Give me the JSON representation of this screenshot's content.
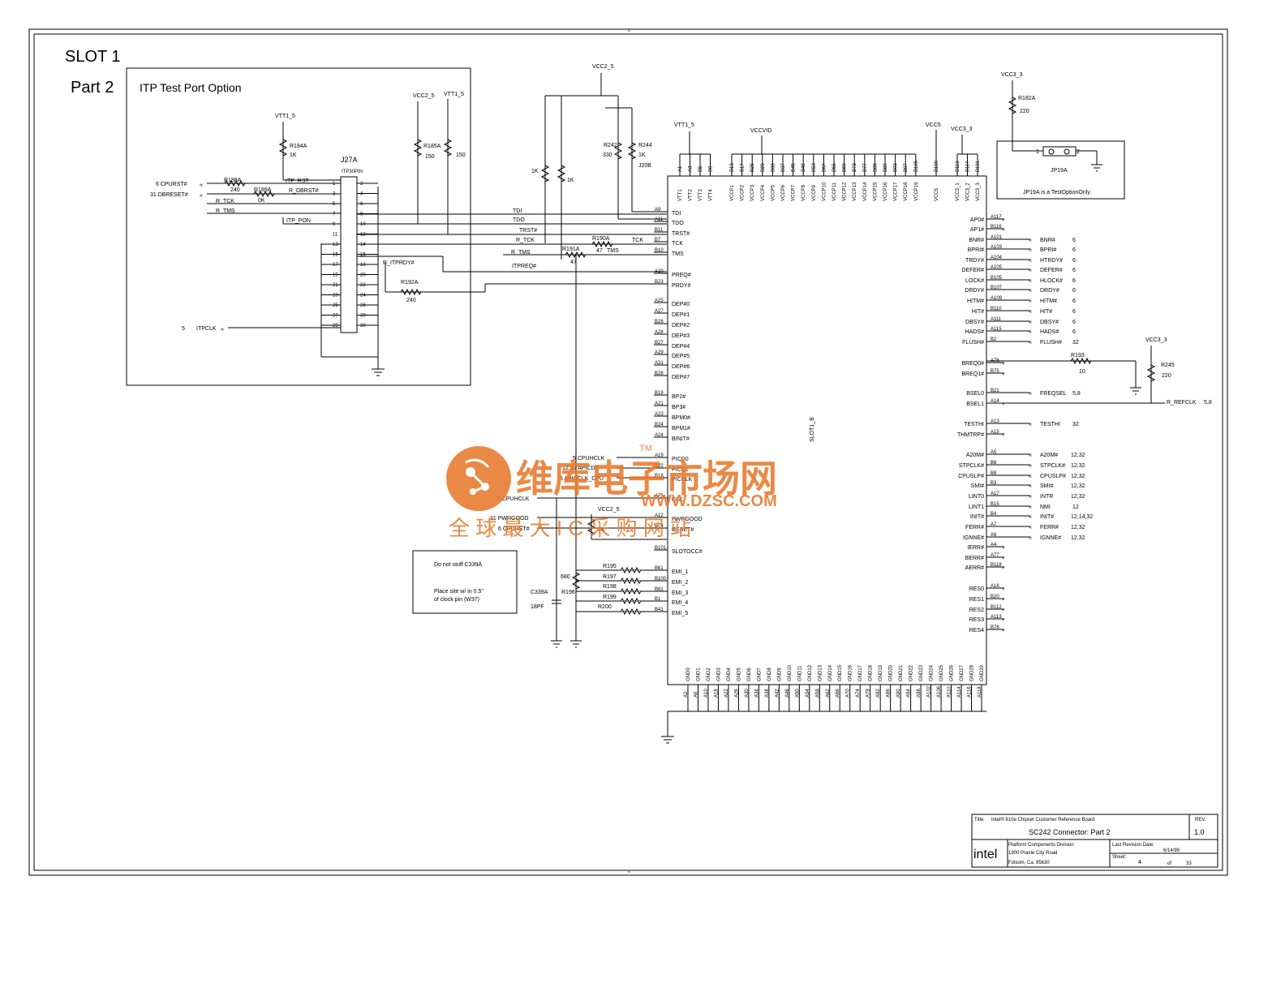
{
  "sheet": {
    "slot_title": "SLOT 1",
    "part_title": "Part 2",
    "itp_box_title": "ITP Test Port Option"
  },
  "itp": {
    "connector_ref": "J27A",
    "connector_part": "ITP30PIN",
    "vtt_label": "VTT1_5",
    "r184": {
      "ref": "R184A",
      "value": "1K"
    },
    "vcc2_label": "VCC2_5",
    "vtt2_label": "VTT1_5",
    "r185": {
      "ref": "R185A",
      "value": "150"
    },
    "r186_value": "150",
    "r188": {
      "ref": "R188A",
      "value": "240"
    },
    "r189": {
      "ref": "R189A",
      "value": "0K"
    },
    "r192": {
      "ref": "R192A",
      "value": "240"
    },
    "in_cpurst": "6  CPURST#",
    "in_dbreset": "31  DBRESET#",
    "net_itp_rst": "ITP_RST",
    "net_r_dbrst": "R_DBRST#",
    "net_r_tck": "R_TCK",
    "net_r_tms": "R_TMS",
    "net_itp_pon": "ITP_PON",
    "net_r_itprdy": "R_ITPRDY#",
    "itpclk_sheet": "5",
    "itpclk": "ITPCLK",
    "left_pins": [
      "1",
      "3",
      "5",
      "7",
      "9",
      "11",
      "13",
      "15",
      "17",
      "19",
      "21",
      "23",
      "25",
      "27",
      "29"
    ],
    "right_pins": [
      "2",
      "4",
      "6",
      "8",
      "10",
      "12",
      "14",
      "16",
      "18",
      "20",
      "22",
      "24",
      "26",
      "28",
      "30"
    ]
  },
  "jtag": {
    "vcc2_top": "VCC2_5",
    "r242": {
      "ref": "R242",
      "value": "330"
    },
    "r244": {
      "ref": "R244",
      "value": "1K"
    },
    "j20b": "J20B",
    "pull1": "1K",
    "pull2": "1K",
    "r191": {
      "ref": "R191A",
      "value": "47"
    },
    "r190": {
      "ref": "R190A",
      "value": "47"
    },
    "nets": [
      "TDI",
      "TDO",
      "TRST#",
      "R_TCK",
      "R_TMS",
      "TCK",
      "TMS",
      "ITPREQ#"
    ]
  },
  "slot": {
    "ref": "SLOT1_B",
    "top_rails": {
      "vtt": "VTT1_5",
      "vccvid": "VCCVID",
      "vcc5": "VCC5",
      "vcc33": "VCC3_3"
    },
    "vtt_pins": [
      "A1",
      "A3",
      "B5",
      "B9"
    ],
    "vtt_names": [
      "VTT1",
      "VTT2",
      "VTT3",
      "VTT4"
    ],
    "vccp_pins": [
      "B13",
      "B17",
      "B25",
      "B29",
      "B33",
      "B37",
      "B45",
      "B49",
      "B53",
      "B57",
      "B65",
      "B69",
      "B73",
      "B77",
      "B85",
      "B89",
      "B93",
      "B97",
      "B105"
    ],
    "vccp_names": [
      "VCCP1",
      "VCCP2",
      "VCCP3",
      "VCCP4",
      "VCCP5",
      "VCCP6",
      "VCCP7",
      "VCCP8",
      "VCCP9",
      "VCCP10",
      "VCCP11",
      "VCCP12",
      "VCCP13",
      "VCCP14",
      "VCCP15",
      "VCCP16",
      "VCCP17",
      "VCCP18",
      "VCCP19"
    ],
    "vcc5_pin": "B109",
    "vcc5_name": "VCC5",
    "vcc33_pins": [
      "B113",
      "B117",
      "B121"
    ],
    "vcc33_names": [
      "VCC3_1",
      "VCC3_2",
      "VCC3_3"
    ],
    "left_pins": [
      {
        "pin": "A9",
        "name": "TDI"
      },
      {
        "pin": "A11",
        "name": "TDO"
      },
      {
        "pin": "B11",
        "name": "TRST#"
      },
      {
        "pin": "B7",
        "name": "TCK"
      },
      {
        "pin": "B10",
        "name": "TMS"
      },
      {
        "pin": "A20",
        "name": "PREQ#"
      },
      {
        "pin": "B23",
        "name": "PRDY#"
      },
      {
        "pin": "A25",
        "name": "DEP#0"
      },
      {
        "pin": "A27",
        "name": "DEP#1"
      },
      {
        "pin": "B26",
        "name": "DEP#2"
      },
      {
        "pin": "A28",
        "name": "DEP#3"
      },
      {
        "pin": "B27",
        "name": "DEP#4"
      },
      {
        "pin": "A29",
        "name": "DEP#5"
      },
      {
        "pin": "A31",
        "name": "DEP#6"
      },
      {
        "pin": "B28",
        "name": "DEP#7"
      },
      {
        "pin": "B19",
        "name": "BP2#"
      },
      {
        "pin": "A21",
        "name": "BP3#"
      },
      {
        "pin": "A23",
        "name": "BPM0#"
      },
      {
        "pin": "B24",
        "name": "BPM1#"
      },
      {
        "pin": "A24",
        "name": "BINIT#"
      },
      {
        "pin": "A19",
        "name": "PICD0"
      },
      {
        "pin": "B22",
        "name": "PICD1"
      },
      {
        "pin": "B18",
        "name": "PICCLK"
      },
      {
        "pin": "A75",
        "name": "CLK"
      },
      {
        "pin": "A12",
        "name": "PWRGOOD"
      },
      {
        "pin": "B74",
        "name": "RESET#"
      },
      {
        "pin": "B101",
        "name": "SLOTOCC#"
      },
      {
        "pin": "B61",
        "name": "EMI_1"
      },
      {
        "pin": "B100",
        "name": "EMI_2"
      },
      {
        "pin": "B81",
        "name": "EMI_3"
      },
      {
        "pin": "B1",
        "name": "EMI_4"
      },
      {
        "pin": "B41",
        "name": "EMI_5"
      }
    ],
    "left_nets": {
      "picd0": "5  CPUHCLK",
      "picd1": "12,32  APICD1",
      "picclk": "5  APICCLK_CPU",
      "clk": "5  CPUHCLK",
      "pwrgood": "31  PWRGOOD",
      "reset": "6  CPURST#"
    },
    "emi": {
      "r195": "R195",
      "r197": "R197",
      "r198": "R198",
      "r199": "R199",
      "r200": "R200",
      "r196": "R196",
      "r196_value": "680",
      "cap_ref": "C339A",
      "cap_value": "18PF",
      "vcc2": "VCC2_5",
      "pot_value": "1K"
    },
    "right_pins": [
      {
        "pin": "A117",
        "name": "AP0#"
      },
      {
        "pin": "B116",
        "name": "AP1#"
      },
      {
        "pin": "A101",
        "name": "BNR#",
        "net": "BNR#",
        "sheet": "6"
      },
      {
        "pin": "A103",
        "name": "BPRI#",
        "net": "BPRI#",
        "sheet": "6"
      },
      {
        "pin": "A104",
        "name": "TRDY#",
        "net": "HTRDY#",
        "sheet": "6"
      },
      {
        "pin": "A105",
        "name": "DEFER#",
        "net": "DEFER#",
        "sheet": "6"
      },
      {
        "pin": "B105",
        "name": "LOCK#",
        "net": "HLOCK#",
        "sheet": "6"
      },
      {
        "pin": "B107",
        "name": "DRDY#",
        "net": "DRDY#",
        "sheet": "6"
      },
      {
        "pin": "A109",
        "name": "HITM#",
        "net": "HITM#",
        "sheet": "6"
      },
      {
        "pin": "B110",
        "name": "HIT#",
        "net": "HIT#",
        "sheet": "6"
      },
      {
        "pin": "A111",
        "name": "DBSY#",
        "net": "DBSY#",
        "sheet": "6"
      },
      {
        "pin": "A115",
        "name": "HADS#",
        "net": "HADS#",
        "sheet": "6"
      },
      {
        "pin": "B2",
        "name": "FLUSH#",
        "net": "FLUSH#",
        "sheet": "32"
      },
      {
        "pin": "A76",
        "name": "BREQ0#"
      },
      {
        "pin": "B75",
        "name": "BREQ1#"
      },
      {
        "pin": "B21",
        "name": "BSEL0",
        "net": "FREQSEL",
        "sheet": "5,8"
      },
      {
        "pin": "A14",
        "name": "BSEL1"
      },
      {
        "pin": "A13",
        "name": "TESTHI",
        "net": "TESTHI",
        "sheet": "32"
      },
      {
        "pin": "A15",
        "name": "THMTRP#"
      },
      {
        "pin": "A5",
        "name": "A20M#",
        "net": "A20M#",
        "sheet": "12,32"
      },
      {
        "pin": "B6",
        "name": "STPCLK#",
        "net": "STPCLK#",
        "sheet": "12,32"
      },
      {
        "pin": "B8",
        "name": "CPUSLP#",
        "net": "CPUSLP#",
        "sheet": "12,32"
      },
      {
        "pin": "B3",
        "name": "SMI#",
        "net": "SMI#",
        "sheet": "12,32"
      },
      {
        "pin": "A17",
        "name": "LINT0",
        "net": "INTR",
        "sheet": "12,32"
      },
      {
        "pin": "B15",
        "name": "LINT1",
        "net": "NMI",
        "sheet": "12"
      },
      {
        "pin": "B4",
        "name": "INIT#",
        "net": "INIT#",
        "sheet": "12,14,32"
      },
      {
        "pin": "A7",
        "name": "FERR#",
        "net": "FERR#",
        "sheet": "12,32"
      },
      {
        "pin": "A6",
        "name": "IGNNE#",
        "net": "IGNNE#",
        "sheet": "12,32"
      },
      {
        "pin": "A4",
        "name": "IERR#"
      },
      {
        "pin": "A77",
        "name": "BERR#"
      },
      {
        "pin": "B118",
        "name": "AERR#"
      },
      {
        "pin": "A16",
        "name": "RES0"
      },
      {
        "pin": "B20",
        "name": "RES1"
      },
      {
        "pin": "B112",
        "name": "RES2"
      },
      {
        "pin": "A113",
        "name": "RES3"
      },
      {
        "pin": "B76",
        "name": "RES4"
      }
    ],
    "gnd_names": [
      "GND0",
      "GND1",
      "GND2",
      "GND3",
      "GND4",
      "GND5",
      "GND6",
      "GND7",
      "GND8",
      "GND9",
      "GND10",
      "GND11",
      "GND12",
      "GND13",
      "GND14",
      "GND15",
      "GND16",
      "GND17",
      "GND18",
      "GND19",
      "GND20",
      "GND21",
      "GND22",
      "GND23",
      "GND24",
      "GND25",
      "GND26",
      "GND27",
      "GND28",
      "GND29"
    ],
    "gnd_pins": [
      "A2",
      "A6",
      "A10",
      "A18",
      "A22",
      "A26",
      "A30",
      "A34",
      "A38",
      "A42",
      "A46",
      "A50",
      "A54",
      "A58",
      "A62",
      "A66",
      "A70",
      "A74",
      "A78",
      "A82",
      "A86",
      "A90",
      "A94",
      "A98",
      "A102",
      "A106",
      "A110",
      "A114",
      "A116",
      "A118"
    ]
  },
  "jp19": {
    "vcc": "VCC3_3",
    "r182": {
      "ref": "R182A",
      "value": "220"
    },
    "ref": "JP19A",
    "pin1": "1",
    "pin2": "2",
    "note": "JP19A is a TestOptionOnly."
  },
  "breq": {
    "r193": {
      "ref": "R193",
      "value": "10"
    },
    "r245": {
      "ref": "R245",
      "value": "220"
    },
    "vcc": "VCC3_3",
    "r_refclk": "R_REFCLK",
    "r_refclk_sheet": "5,8"
  },
  "note_box": {
    "line1": "Do not stuff C339A",
    "line2": "Place site w/ in 0.5\"",
    "line3": "of clock pin (W37)"
  },
  "title_block": {
    "title_label": "Title:",
    "title": "Intel® 810e Chipset Customer Reference Board",
    "subtitle": "SC242 Connector: Part 2",
    "rev_label": "REV.",
    "rev": "1.0",
    "company": "intel",
    "addr1": "Platform Components Division",
    "addr2": "1900 Prairie City Road",
    "addr3": "Folsom, Ca. 95630",
    "last_rev_label": "Last Revision Date:",
    "last_rev": "6/14/99",
    "sheet_label": "Sheet:",
    "sheet": "4",
    "of_label": "of",
    "total": "33"
  },
  "watermark": {
    "brand": "维库电子市场网",
    "tm": "TM",
    "url": "WWW.DZSC.COM",
    "slogan": "全 球 最 大 I C 采 购 网 站",
    "color": "#e8792c"
  }
}
